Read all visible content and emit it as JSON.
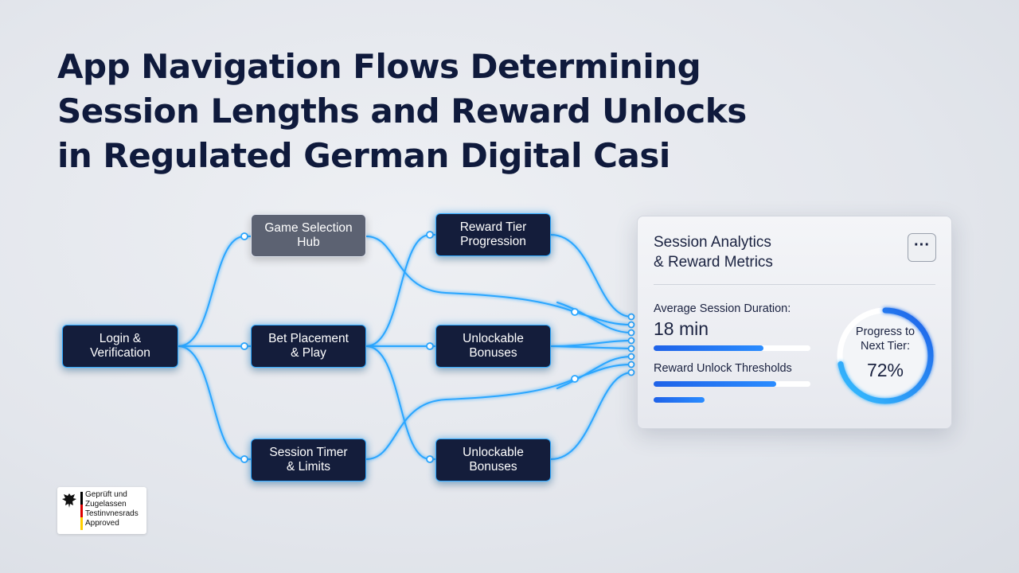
{
  "title": {
    "lines": [
      "App Navigation Flows Determining",
      "Session Lengths and Reward Unlocks",
      "in Regulated German Digital Casi"
    ]
  },
  "nodes": {
    "login": "Login &\nVerification",
    "game_hub": "Game Selection\nHub",
    "bet": "Bet Placement\n& Play",
    "timer": "Session Timer\n& Limits",
    "reward_tier": "Reward Tier\nProgression",
    "bonuses_mid": "Unlockable\nBonuses",
    "bonuses_bottom": "Unlockable\nBonuses"
  },
  "panel": {
    "title_lines": [
      "Session Analytics",
      "& Reward Metrics"
    ],
    "menu_icon": "more-horizontal-icon",
    "menu_glyph": "···",
    "avg_label": "Average Session Duration:",
    "avg_value": "18 min",
    "avg_progress": 0.7,
    "threshold_label": "Reward Unlock Thresholds",
    "threshold_progress_1": 0.78,
    "threshold_progress_2": 0.32,
    "ring_label_lines": [
      "Progress to",
      "Next Tier:"
    ],
    "ring_value": "72%",
    "ring_fraction": 0.72
  },
  "badge": {
    "icon": "eagle-icon",
    "lines": [
      "Geprüft und",
      "Zugelassen",
      "Testinvnesrads",
      "Approved"
    ]
  },
  "colors": {
    "accent": "#2ea8ff",
    "node_bg": "#141d3b",
    "title": "#0f1a3c",
    "bar": "#1f62e8"
  }
}
